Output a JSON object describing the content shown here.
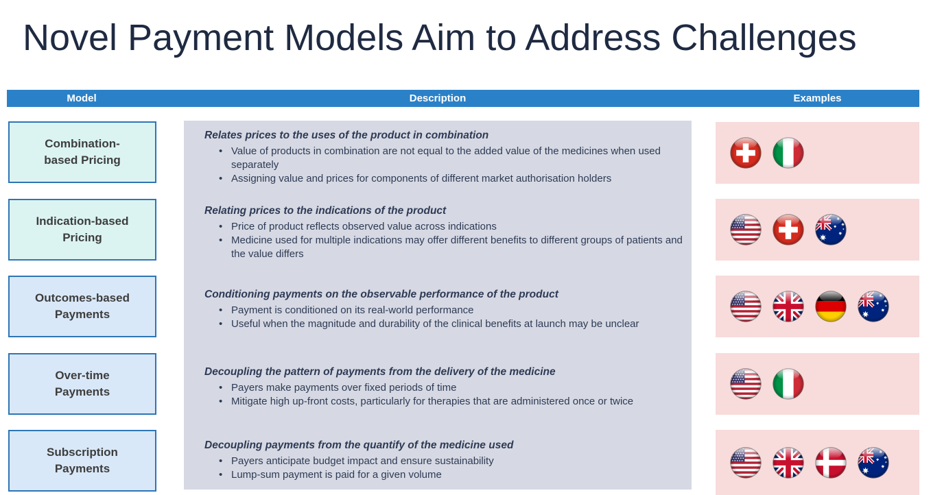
{
  "title": "Novel Payment Models Aim to Address Challenges",
  "header": {
    "model": "Model",
    "description": "Description",
    "examples": "Examples"
  },
  "rows": [
    {
      "model": "Combination-based Pricing",
      "heading": "Relates prices to the uses of the product in combination",
      "bullets": [
        "Value of products in combination are not equal to the added value of the medicines when used separately",
        "Assigning value and prices for components of different market authorisation holders"
      ],
      "flags": [
        "switzerland",
        "italy"
      ]
    },
    {
      "model": "Indication-based Pricing",
      "heading": "Relating prices to the indications of the product",
      "bullets": [
        "Price of product reflects observed value across indications",
        "Medicine used for multiple indications may offer different benefits to different groups of patients and the value differs"
      ],
      "flags": [
        "usa",
        "switzerland",
        "australia"
      ]
    },
    {
      "model": "Outcomes-based Payments",
      "heading": "Conditioning payments on the observable performance of the product",
      "bullets": [
        "Payment is conditioned on its real-world performance",
        "Useful when the magnitude and durability of the clinical benefits at launch may be unclear"
      ],
      "flags": [
        "usa",
        "uk",
        "germany",
        "australia"
      ]
    },
    {
      "model": "Over-time Payments",
      "heading": "Decoupling the pattern of payments from the delivery of the medicine",
      "bullets": [
        "Payers make payments over fixed periods of time",
        "Mitigate high up-front costs, particularly for therapies that are administered once or twice"
      ],
      "flags": [
        "usa",
        "italy"
      ]
    },
    {
      "model": "Subscription Payments",
      "heading": "Decoupling payments from the quantify of the medicine used",
      "bullets": [
        "Payers anticipate budget impact and ensure sustainability",
        "Lump-sum payment is paid for a given volume"
      ],
      "flags": [
        "usa",
        "uk",
        "denmark",
        "australia"
      ]
    }
  ],
  "colors": {
    "title_text": "#1f2a42",
    "header_bar": "#2b81c7",
    "box_border": "#2e75b6",
    "box_fill_teal": "#dbf4f2",
    "box_fill_blue": "#d9e8f8",
    "desc_bg": "#d6d9e3",
    "desc_text": "#2e3a55",
    "examples_bg": "#f8dbdb"
  }
}
